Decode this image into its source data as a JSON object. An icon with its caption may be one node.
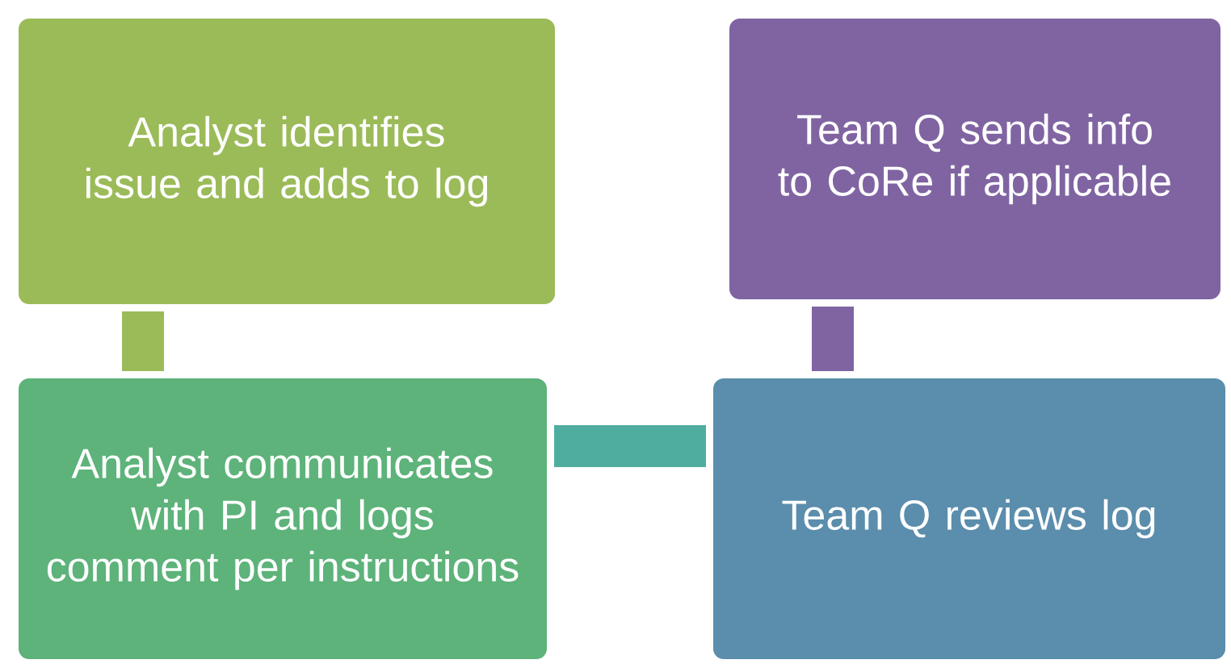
{
  "diagram": {
    "nodes": [
      {
        "text": [
          "Analyst identifies issue and adds to log"
        ]
      },
      {
        "text": [
          "Team Q sends info to CoRe if applicable"
        ]
      },
      {
        "text": [
          "Analyst communicates with PI and logs comment per instructions"
        ]
      },
      {
        "text": [
          "Team Q reviews log"
        ]
      }
    ],
    "edges": [
      {
        "from": 0,
        "to": 2,
        "arrow": "none",
        "color": "#9bbb59"
      },
      {
        "from": 2,
        "to": 3,
        "arrow": "none",
        "color": "#4fada0"
      },
      {
        "from": 1,
        "to": 3,
        "arrow": "none",
        "color": "#8064a2"
      }
    ]
  }
}
